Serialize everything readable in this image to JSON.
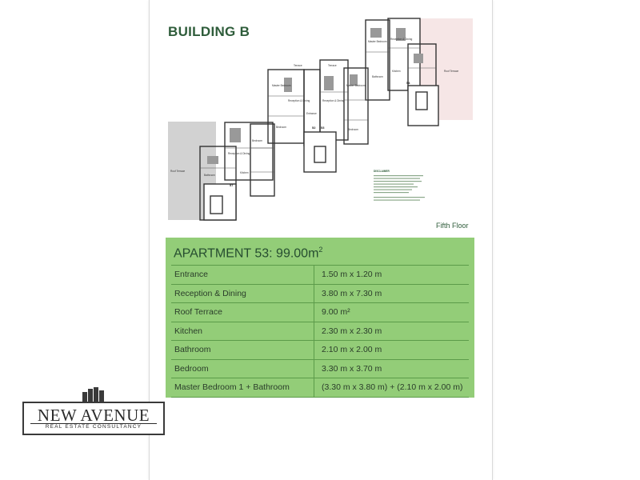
{
  "document": {
    "building_title": "BUILDING B",
    "floor_label": "Fifth Floor"
  },
  "apartment": {
    "title_prefix": "APARTMENT 53: 99.00m",
    "title_superscript": "2",
    "rows": [
      {
        "room": "Entrance",
        "size": "1.50 m x 1.20 m"
      },
      {
        "room": "Reception & Dining",
        "size": "3.80 m x 7.30 m"
      },
      {
        "room": "Roof Terrace",
        "size": "9.00 m²"
      },
      {
        "room": "Kitchen",
        "size": "2.30 m x 2.30 m"
      },
      {
        "room": "Bathroom",
        "size": "2.10 m x 2.00 m"
      },
      {
        "room": "Bedroom",
        "size": "3.30 m x 3.70 m"
      },
      {
        "room": "Master Bedroom 1 + Bathroom",
        "size": "(3.30 m x 3.80 m) + (2.10 m x 2.00 m)"
      }
    ]
  },
  "floorplan": {
    "labels": {
      "roof_terrace": "Roof Terrace",
      "terrace": "Terrace",
      "master_bedroom": "Master Bedroom",
      "reception_dining": "Reception & Dining",
      "bathroom": "Bathroom",
      "bedroom": "Bedroom",
      "kitchen": "Kitchen",
      "entrance": "Entrance"
    },
    "unit_numbers": [
      "52",
      "53",
      "54",
      "57"
    ],
    "notes_heading": "DISCLAIMER"
  },
  "logo": {
    "name": "NEW AVENUE",
    "tagline": "REAL ESTATE CONSULTANCY"
  },
  "colors": {
    "panel_green": "#93cd78",
    "title_green": "#2e5c3a",
    "terrace_gray": "#d2d2d2",
    "terrace_pink": "#f6e6e6"
  }
}
